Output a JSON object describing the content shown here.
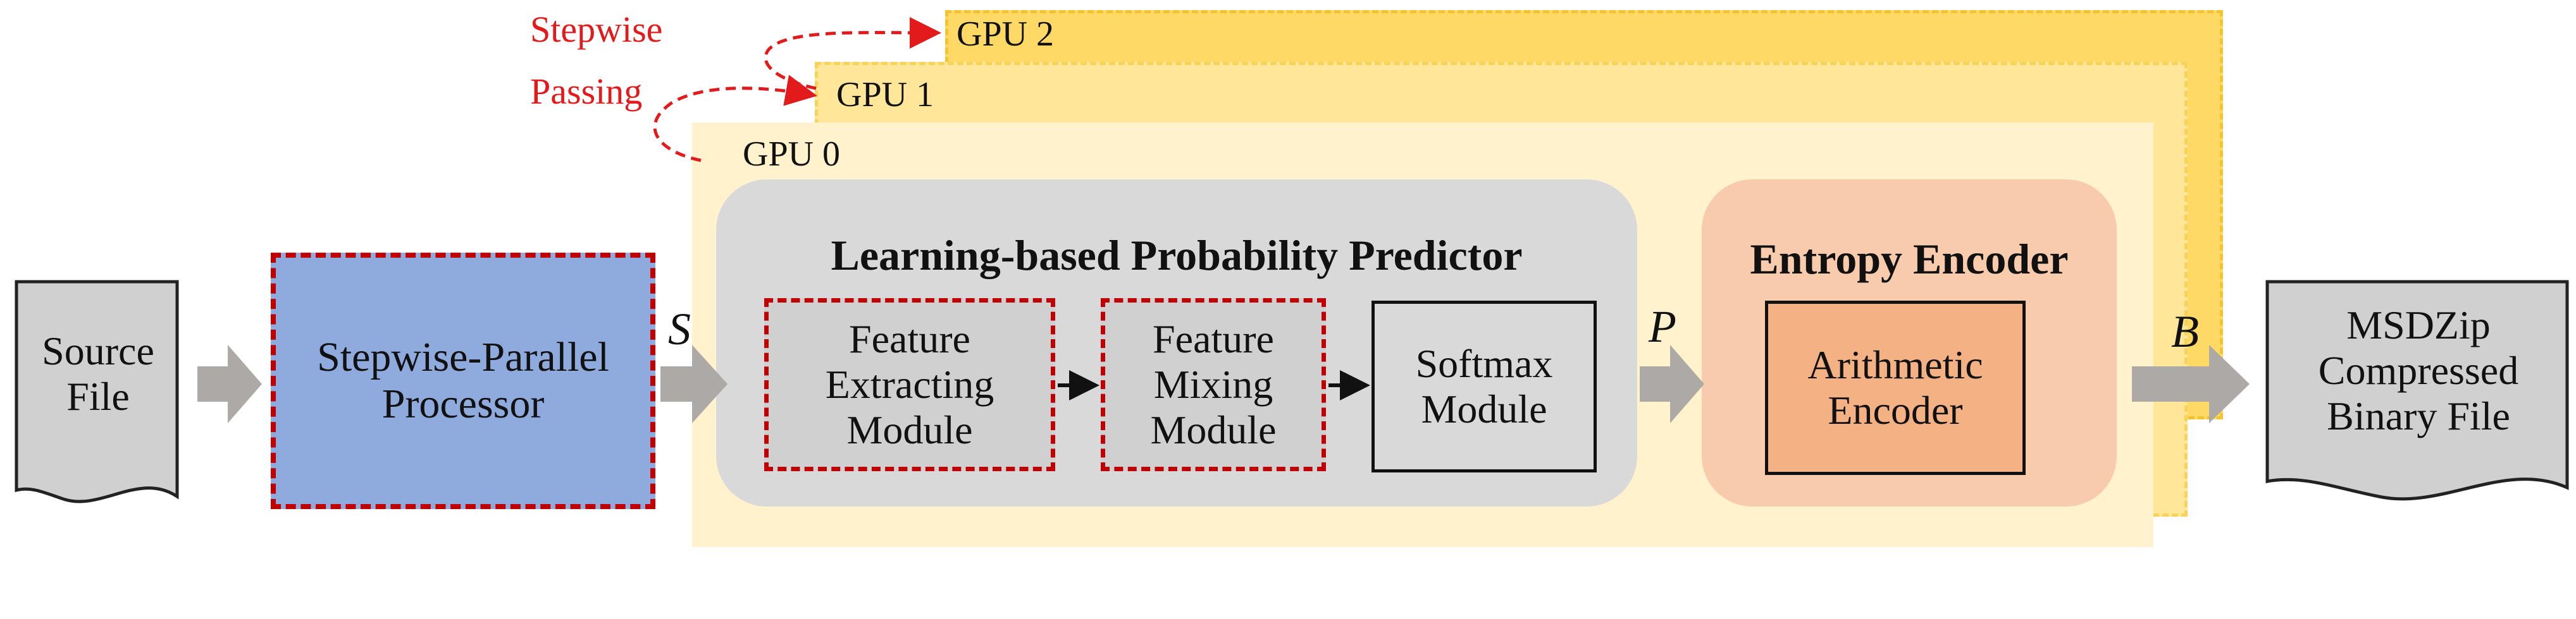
{
  "stepwise_label": "Stepwise\nPassing",
  "gpus": [
    {
      "label": "GPU 2"
    },
    {
      "label": "GPU 1"
    },
    {
      "label": "GPU 0"
    }
  ],
  "source": {
    "label": "Source\nFile"
  },
  "processor": {
    "label": "Stepwise-Parallel\nProcessor"
  },
  "predictor": {
    "title": "Learning-based Probability Predictor",
    "modules": [
      {
        "label": "Feature\nExtracting\nModule"
      },
      {
        "label": "Feature\nMixing\nModule"
      },
      {
        "label": "Softmax\nModule"
      }
    ]
  },
  "entropy": {
    "title": "Entropy Encoder",
    "module": {
      "label": "Arithmetic\nEncoder"
    }
  },
  "output": {
    "label": "MSDZip\nCompressed\nBinary File"
  },
  "variables": {
    "s": "S",
    "p": "P",
    "b": "B"
  },
  "colors": {
    "gpu2": "#FFD966",
    "gpu1": "#FFE699",
    "gpu0": "#FFF2CC",
    "predictor": "#D9D9D9",
    "entropy": "#F8CBAD",
    "arithmetic": "#F4B183",
    "processor": "#8FAADC",
    "dashed_border": "#C00000",
    "stepwise_arrow": "#E31A1C",
    "flow_arrow": "#ADA9A6"
  }
}
